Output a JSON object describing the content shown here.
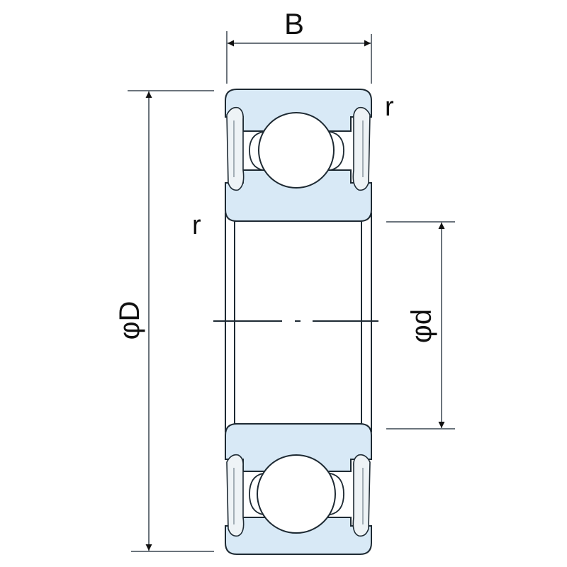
{
  "diagram": {
    "type": "deep-groove-ball-bearing-cross-section",
    "colors": {
      "ring_fill": "#d8e9f6",
      "outline": "#1e2a33",
      "dimension_line": "#3a4650",
      "background": "#ffffff"
    },
    "labels": {
      "width": "B",
      "outer_diameter": "φD",
      "inner_diameter": "φd",
      "radius_top_right": "r",
      "radius_left": "r"
    }
  }
}
